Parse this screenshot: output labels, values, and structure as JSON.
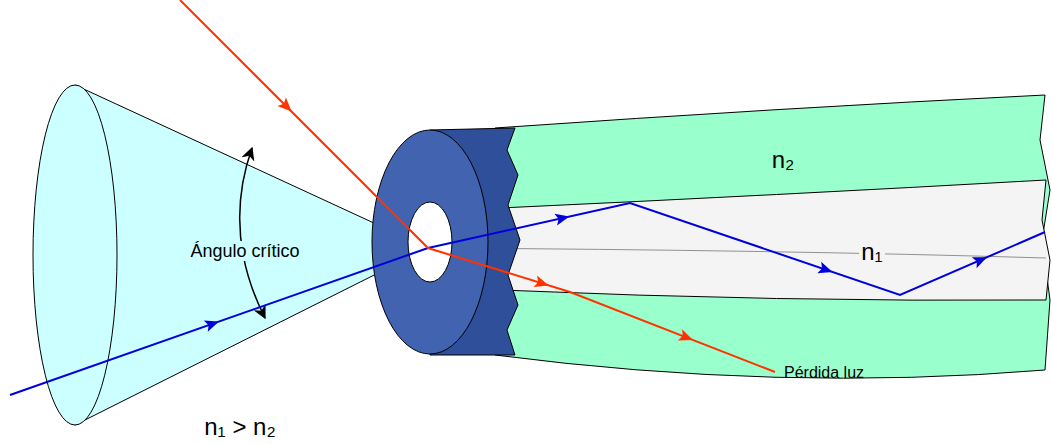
{
  "diagram": {
    "labels": [
      "Ángulo crítico",
      "n₂",
      "n₁",
      "Pérdida luz",
      "n₁ > n₂"
    ]
  }
}
